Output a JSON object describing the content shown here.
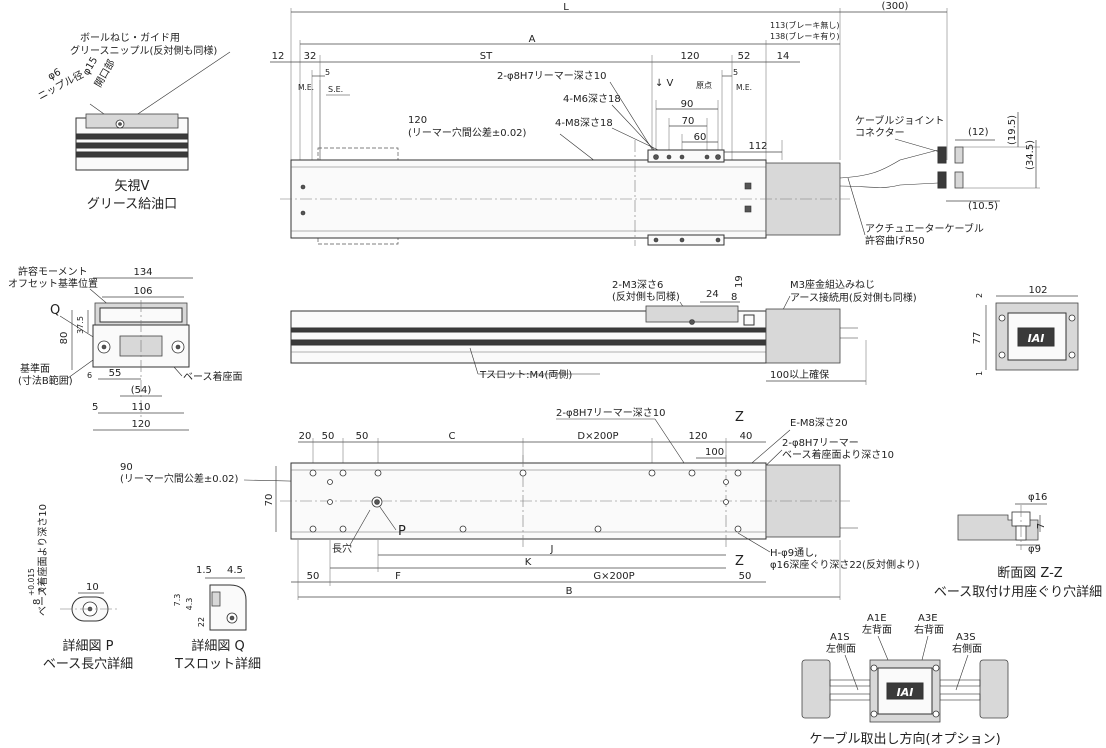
{
  "title": "",
  "top_dims": {
    "L": "L",
    "overhang": "(300)",
    "brake_none": "113(ブレーキ無し)",
    "brake_with": "138(ブレーキ有り)",
    "A": "A",
    "d12": "12",
    "d32": "32",
    "ST": "ST",
    "d120": "120",
    "d52": "52",
    "d14": "14",
    "d5a": "5",
    "d5b": "5",
    "ME_left": "M.E.",
    "SE": "S.E.",
    "ME_right": "M.E.",
    "origin": "原点",
    "V_arrow": "↓ V",
    "d90": "90",
    "d70": "70",
    "d60": "60",
    "d112": "112"
  },
  "top_notes": {
    "reamer_8h7": "2-φ8H7リーマー深さ10",
    "m6": "4-M6深さ18",
    "m8": "4-M8深さ18",
    "reamer_pitch_1": "120",
    "reamer_pitch_2": "(リーマー穴間公差±0.02)",
    "cable_joint_1": "ケーブルジョイント",
    "cable_joint_2": "コネクター",
    "actuator_cable_1": "アクチュエーターケーブル",
    "actuator_cable_2": "許容曲げR50",
    "c12": "(12)",
    "c19_5": "(19.5)",
    "c34_5": "(34.5)",
    "c10_5": "(10.5)"
  },
  "view_v": {
    "grease_1": "ボールねじ・ガイド用",
    "grease_2": "グリースニップル(反対側も同様)",
    "phi6": "φ6",
    "nipple_dia": "ニップル径",
    "phi15": "φ15",
    "opening": "開口部",
    "caption_1": "矢視V",
    "caption_2": "グリース給油口"
  },
  "side_view": {
    "m3": "2-M3深さ6",
    "m3_sub": "(反対側も同様)",
    "d24": "24",
    "d8": "8",
    "d19": "19",
    "m3_ground_1": "M3座金組込みねじ",
    "m3_ground_2": "アース接続用(反対側も同様)",
    "tslot": "Tスロット:M4(両側)",
    "clearance": "100以上確保"
  },
  "end_view": {
    "moment_1": "許容モーメント",
    "moment_2": "オフセット基準位置",
    "d134": "134",
    "d106": "106",
    "Q": "Q",
    "d37_5": "37.5",
    "d80": "80",
    "d6": "6",
    "d55": "55",
    "d54": "(54)",
    "d5": "5",
    "d110": "110",
    "d120": "120",
    "datum_1": "基準面",
    "datum_2": "(寸法B範囲)",
    "base_face": "ベース着座面"
  },
  "rear_end": {
    "d102": "102",
    "d2": "2",
    "d77": "77",
    "d1": "1"
  },
  "bottom_view": {
    "d20": "20",
    "d50a": "50",
    "d50b": "50",
    "C": "C",
    "DxP": "D×200P",
    "d120": "120",
    "d40": "40",
    "d100": "100",
    "d70": "70",
    "reamer": "2-φ8H7リーマー深さ10",
    "em8": "E-M8深さ20",
    "reamer2_1": "2-φ8H7リーマー",
    "reamer2_2": "ベース着座面より深さ10",
    "pitch90_1": "90",
    "pitch90_2": "(リーマー穴間公差±0.02)",
    "P": "P",
    "slot": "長穴",
    "H": "H-φ9通し,",
    "H2": "φ16深座ぐり深さ22(反対側より)",
    "Z1": "Z",
    "Z2": "Z",
    "J": "J",
    "K": "K",
    "F": "F",
    "GxP": "G×200P",
    "d50c": "50",
    "d50d": "50",
    "B": "B"
  },
  "detail_p": {
    "vert_1": "ベース着座面より深さ10",
    "tol": "8",
    "tol_sup": "+0.015",
    "tol_sub": "0",
    "d10": "10",
    "caption_1": "詳細図 P",
    "caption_2": "ベース長穴詳細"
  },
  "detail_q": {
    "d1_5": "1.5",
    "d4_5": "4.5",
    "d7_3": "7.3",
    "d4_3": "4.3",
    "d22": "22",
    "caption_1": "詳細図 Q",
    "caption_2": "Tスロット詳細"
  },
  "section_z": {
    "phi16": "φ16",
    "d7": "7",
    "phi9": "φ9",
    "caption_1": "断面図 Z-Z",
    "caption_2": "ベース取付け用座ぐり穴詳細"
  },
  "cable_option": {
    "a1e_1": "A1E",
    "a1e_2": "左背面",
    "a3e_1": "A3E",
    "a3e_2": "右背面",
    "a1s_1": "A1S",
    "a1s_2": "左側面",
    "a3s_1": "A3S",
    "a3s_2": "右側面",
    "caption": "ケーブル取出し方向(オプション)"
  },
  "logo": "IAI"
}
